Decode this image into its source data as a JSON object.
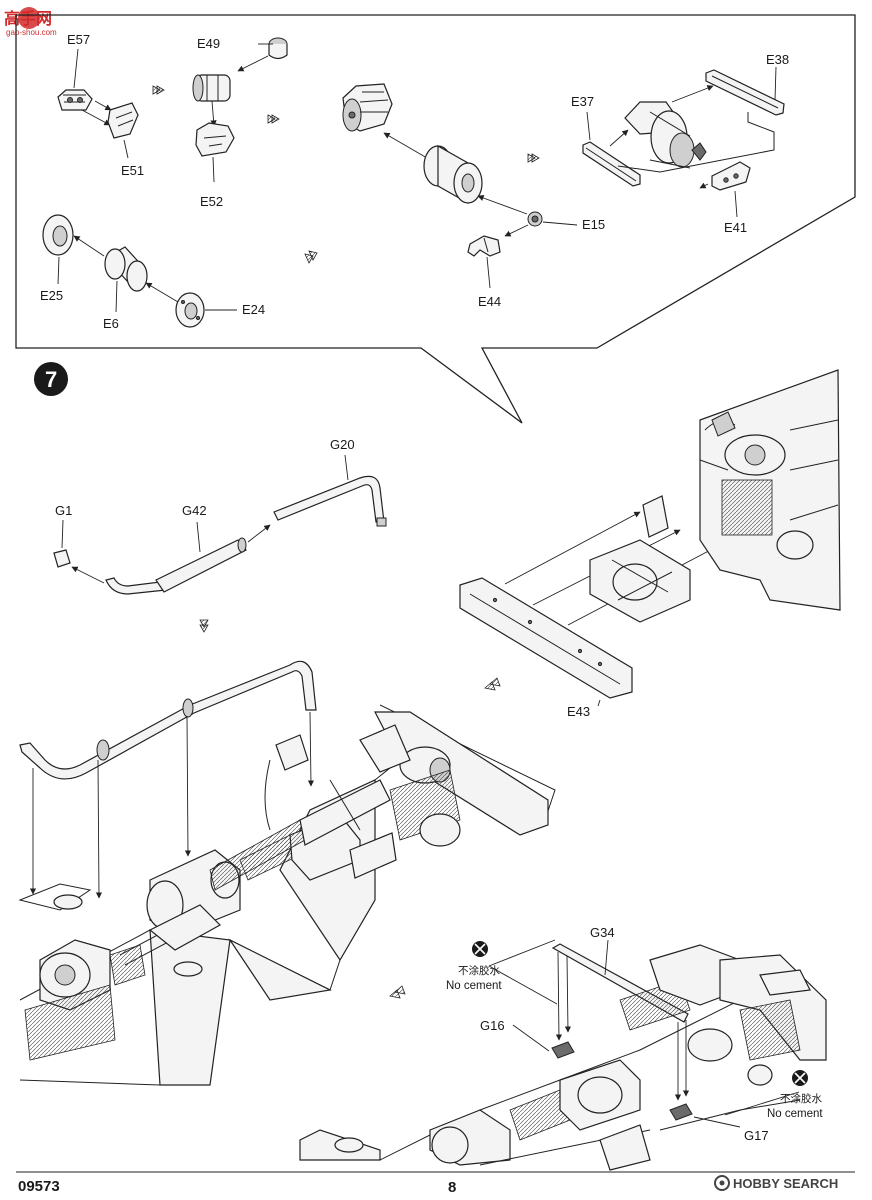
{
  "watermark": {
    "chinese": "高手网",
    "site": "gao-shou.com"
  },
  "inset_labels": {
    "e57": "E57",
    "e49": "E49",
    "e51": "E51",
    "e52": "E52",
    "e38": "E38",
    "e37": "E37",
    "e41": "E41",
    "e15": "E15",
    "e44": "E44",
    "e25": "E25",
    "e6": "E6",
    "e24": "E24"
  },
  "step": {
    "number": "7",
    "labels": {
      "g1": "G1",
      "g42": "G42",
      "g20": "G20",
      "e43": "E43",
      "g34": "G34",
      "g16": "G16",
      "g17": "G17"
    },
    "no_cement_left": {
      "chinese": "不涂胶水",
      "english": "No cement"
    },
    "no_cement_right": {
      "chinese": "不涂胶水",
      "english": "No cement"
    }
  },
  "footer": {
    "kit_number": "09573",
    "page_number": "8",
    "logo_text": "HOBBY SEARCH"
  }
}
